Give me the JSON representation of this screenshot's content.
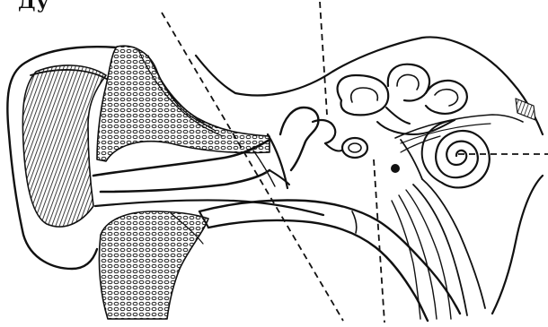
{
  "figure": {
    "top_partial_text": "Ду",
    "subject": "ear-anatomy-cross-section",
    "colors": {
      "ink": "#111111",
      "paper": "#ffffff"
    },
    "icons": [
      "auricle",
      "ear-canal",
      "eardrum",
      "ossicles",
      "semicircular-canals",
      "cochlea",
      "eustachian-tube",
      "auditory-nerve"
    ]
  }
}
